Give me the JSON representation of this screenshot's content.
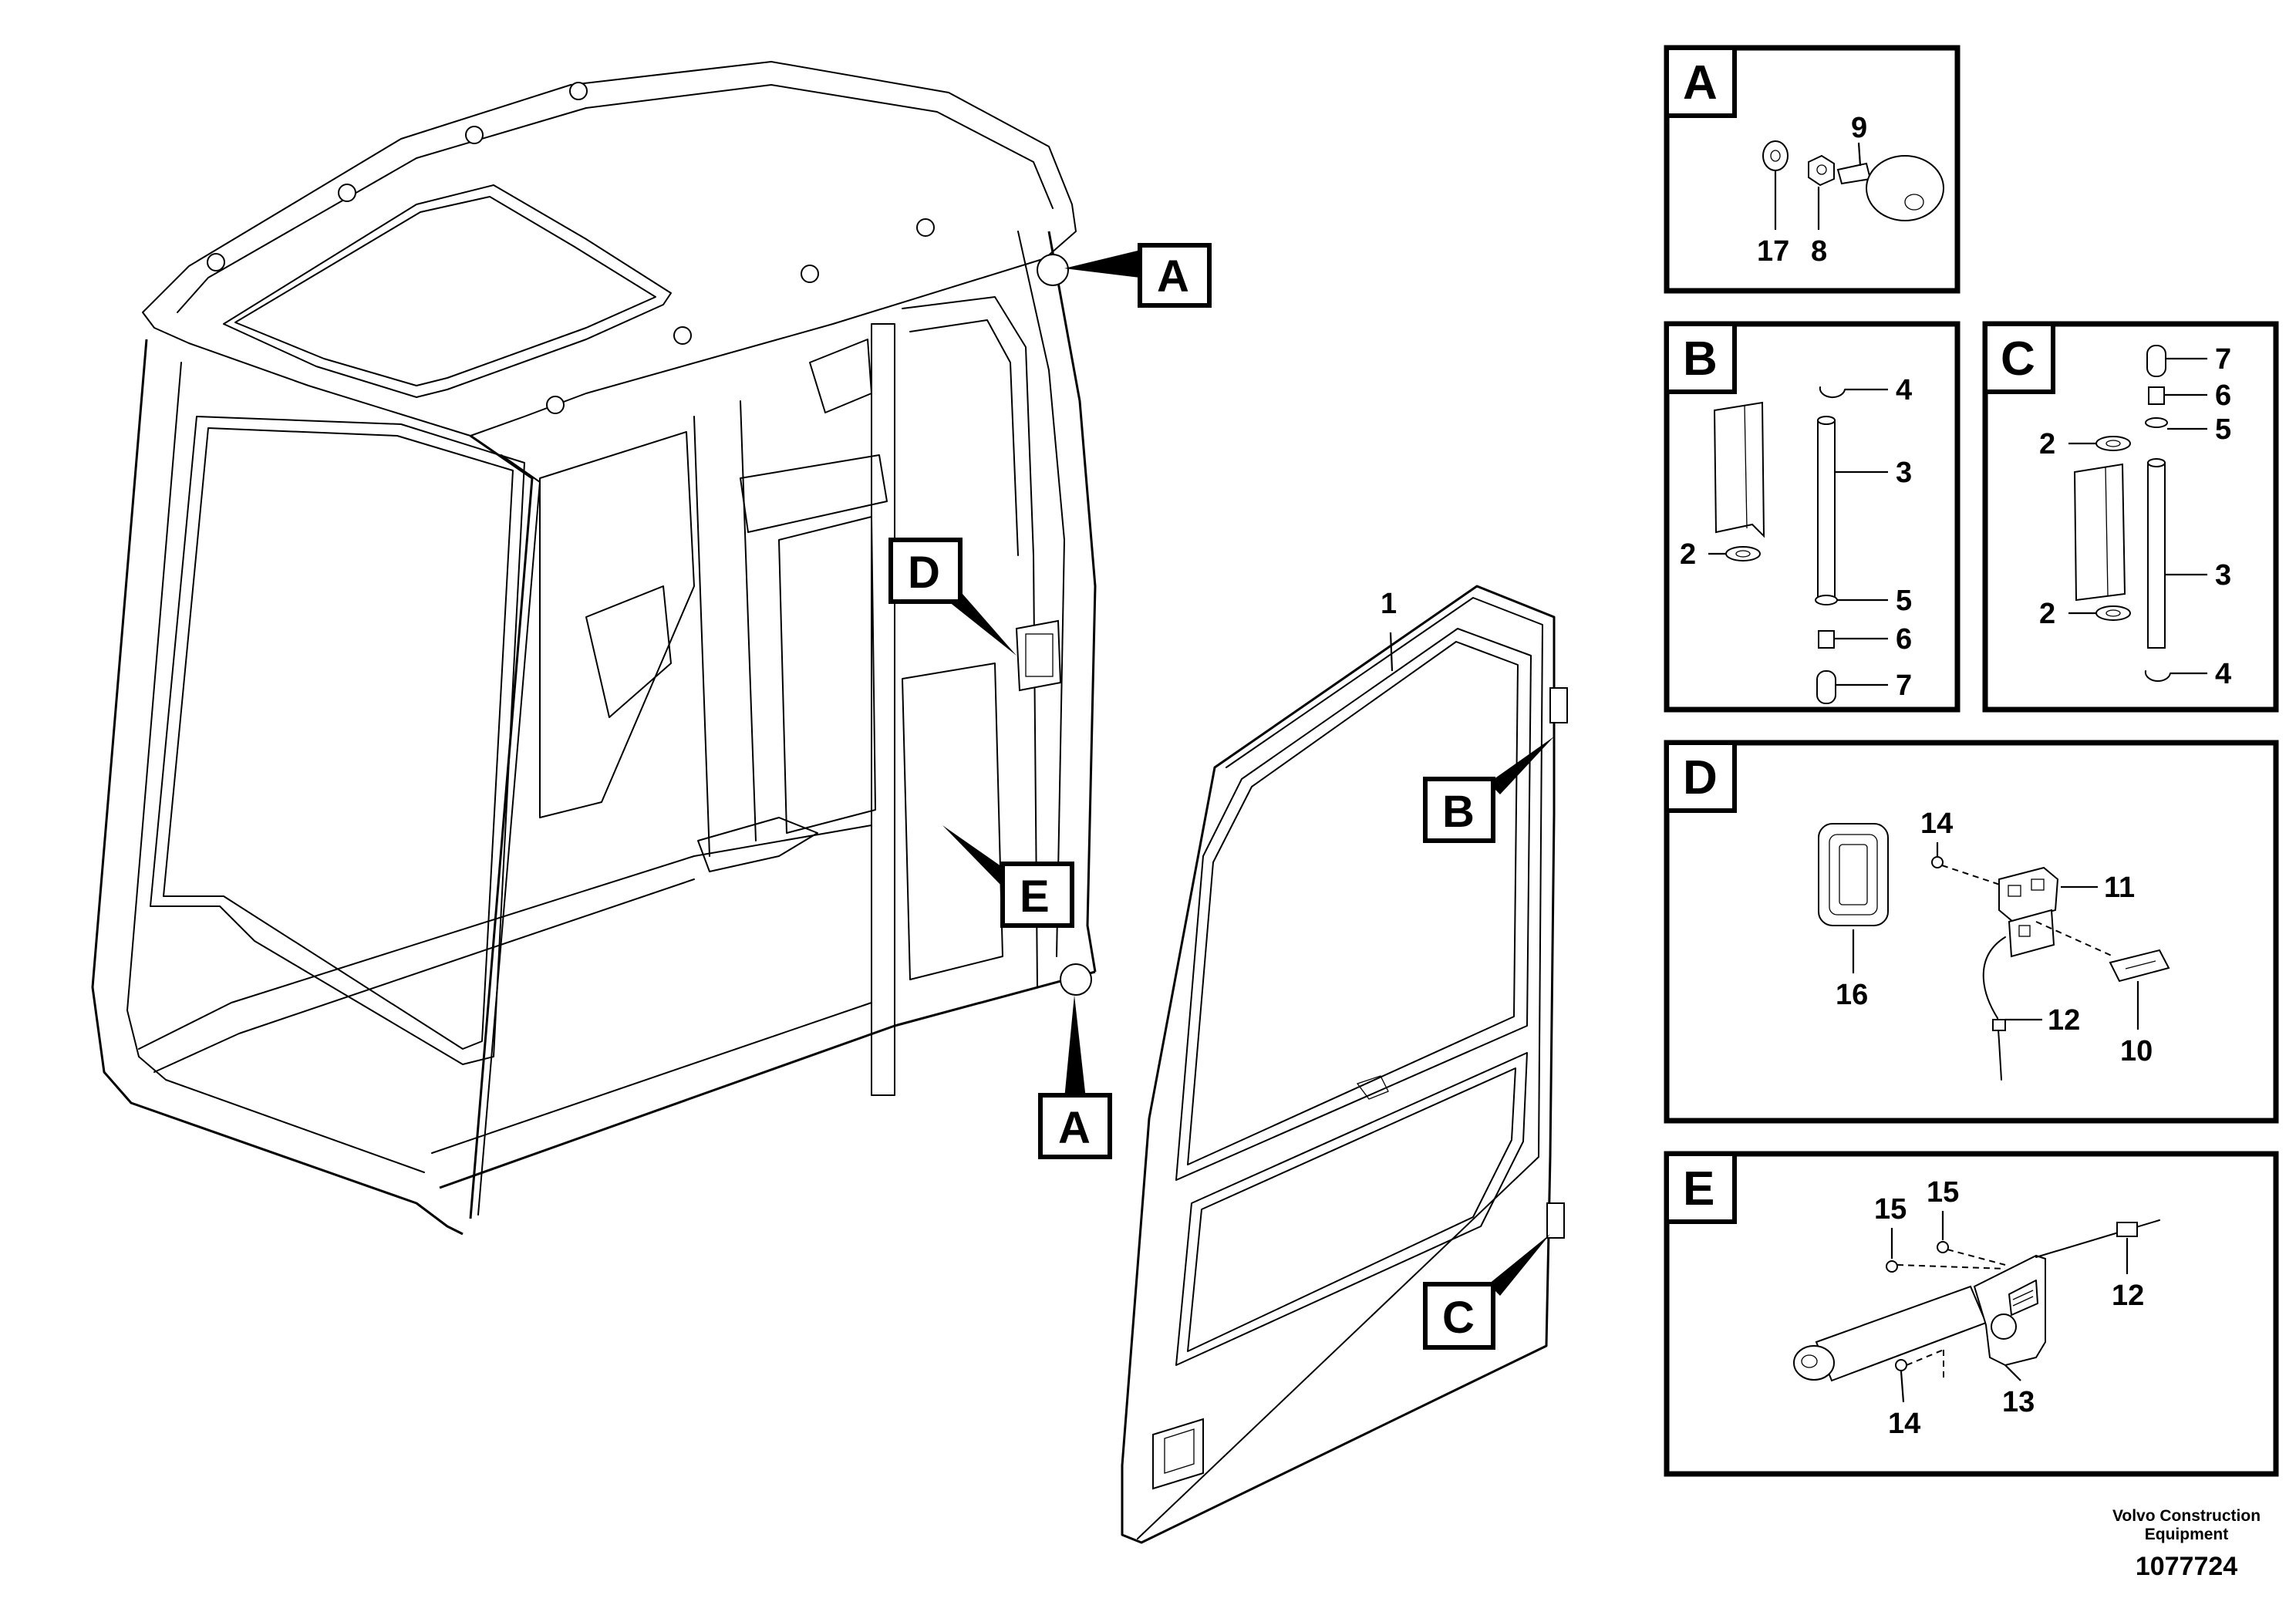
{
  "callouts": {
    "a": "A",
    "b": "B",
    "c": "C",
    "d": "D",
    "e": "E"
  },
  "main_labels": {
    "door": "1"
  },
  "detail_titles": {
    "a": "A",
    "b": "B",
    "c": "C",
    "d": "D",
    "e": "E"
  },
  "detail_a_parts": {
    "p9": "9",
    "p17": "17",
    "p8": "8"
  },
  "detail_b_parts": {
    "p4": "4",
    "p3": "3",
    "p2": "2",
    "p5": "5",
    "p6": "6",
    "p7": "7"
  },
  "detail_c_parts": {
    "p7": "7",
    "p6": "6",
    "p5": "5",
    "p2a": "2",
    "p3": "3",
    "p2b": "2",
    "p4": "4"
  },
  "detail_d_parts": {
    "p14": "14",
    "p11": "11",
    "p16": "16",
    "p12": "12",
    "p10": "10"
  },
  "detail_e_parts": {
    "p15a": "15",
    "p15b": "15",
    "p12": "12",
    "p13": "13",
    "p14": "14"
  },
  "footer": {
    "company_line1": "Volvo Construction",
    "company_line2": "Equipment",
    "doc_number": "1077724"
  }
}
